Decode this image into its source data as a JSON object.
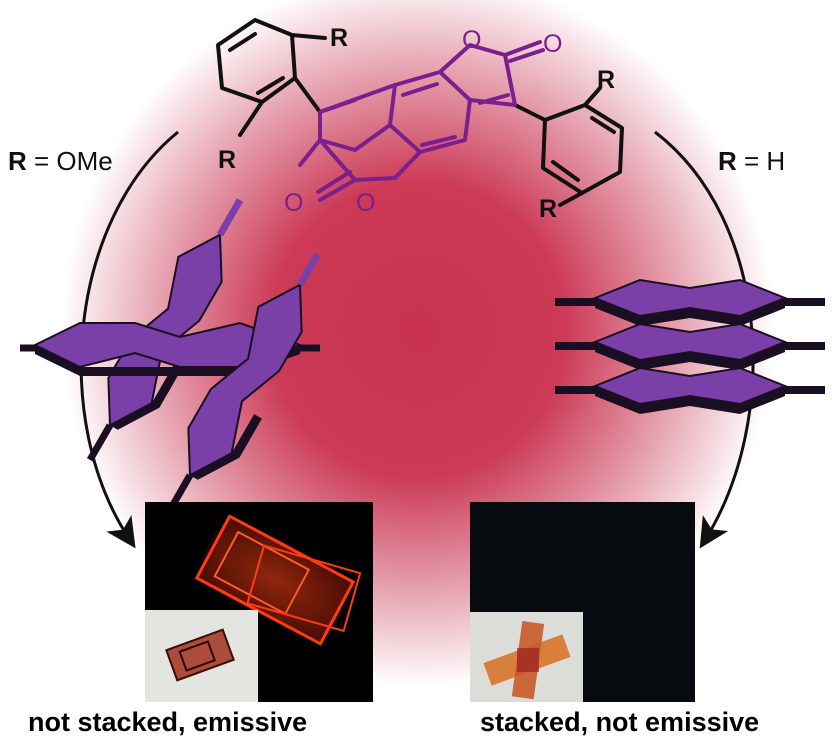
{
  "molecule": {
    "substituent_symbol": "R",
    "carbonyl_atom": "O",
    "ring_oxygen_atom": "O"
  },
  "left_condition": {
    "symbol": "R",
    "equals": "= OMe"
  },
  "right_condition": {
    "symbol": "R",
    "equals": "= H"
  },
  "captions": {
    "left": "not stacked, emissive",
    "right": "stacked, not emissive"
  },
  "colors": {
    "background_glow": "#c8324f",
    "molecule_core": "#7a1f8c",
    "molecule_outer": "#111111",
    "slab_face": "#7b3fa8",
    "slab_edge": "#1a0f22",
    "crystal_emission": "#ff3a14",
    "photo_background": "#000000"
  }
}
